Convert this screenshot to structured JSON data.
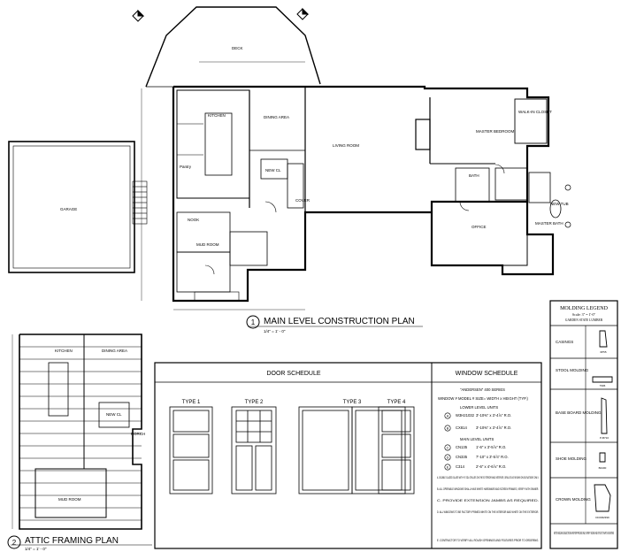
{
  "main_plan": {
    "number": "1",
    "title": "MAIN LEVEL CONSTRUCTION PLAN",
    "scale": "1/4\" = 1' - 0\"",
    "rooms": {
      "deck": "DECK",
      "garage": "GARAGE",
      "kitchen": "KITCHEN",
      "dining": "DINING AREA",
      "living": "LIVING ROOM",
      "master_bedroom": "MASTER BEDROOM",
      "walk_in_closet": "WALK-IN CLOSET",
      "bath": "BATH",
      "office": "OFFICE",
      "master_bath": "MASTER BATH",
      "mud_room": "MUD ROOM",
      "nook": "NOOK",
      "new_cl": "NEW CL",
      "cover": "COVER",
      "pantry": "Pantry",
      "new_tub": "NEW TUB"
    }
  },
  "attic_plan": {
    "number": "2",
    "title": "ATTIC FRAMING PLAN",
    "scale": "1/4\" = 1' - 0\"",
    "rooms": {
      "kitchen": "KITCHEN",
      "dining": "DINING AREA",
      "new_cl": "NEW CL",
      "mud_room": "MUD ROOM",
      "porch": "PORCH"
    }
  },
  "door_schedule": {
    "title": "DOOR SCHEDULE",
    "types": [
      "TYPE 1",
      "TYPE 2",
      "TYPE 3",
      "TYPE 4"
    ]
  },
  "window_schedule": {
    "title": "WINDOW SCHEDULE",
    "series": "\"ANDERSEN\" 400 SERIES",
    "header": "WINDOW #   MODEL #    SIZE= WIDTH x HEIGHT (TYP.)",
    "lower_label": "LOWER LEVEL UNITS",
    "main_label": "MAIN LEVEL UNITS",
    "rows": [
      {
        "tag": "A",
        "model": "W3H21032",
        "size": "3'-10⅜\" x 3'-4⅞\" R.O."
      },
      {
        "tag": "B",
        "model": "CX814",
        "size": "3'-10⅜\" x 3'-4⅞\" R.O."
      },
      {
        "tag": "C",
        "model": "CN135",
        "size": "1'-6\" x 3'-5⅞\" R.O."
      },
      {
        "tag": "D",
        "model": "CN335",
        "size": "7'-10\" x 3'-5⅞\" R.O."
      },
      {
        "tag": "E",
        "model": "C314",
        "size": "2'-6\" x 4'-6⅞\" R.O."
      }
    ],
    "notes": [
      "A. DOUBLE GLAZED GLASS WITH ⅝\" SDL GRILLES ON THE EXTERIOR AND INTERIOR, GRILLES AS SHOWN ON ELEVATIONS ONLY.",
      "B. ALL OPERABLE WINDOWS SHALL HAVE WHITE HARDWARE AND SCREEN FRAMES, VERIFY WITH OWNER.",
      "C. PROVIDE EXTENSION JAMBS AS REQUIRED.",
      "D. ALL WINDOWS TO BE FACTORY PRIMED WHITE ON THE INTERIOR AND WHITE ON THE EXTERIOR.",
      "E. CONTRACTOR TO VERIFY ALL ROUGH OPENINGS AND FEATURES PRIOR TO ORDERING."
    ]
  },
  "molding_legend": {
    "title": "MOLDING LEGEND",
    "scale": "Scale: 3\" = 1'-0\"",
    "supplier": "GARDEN STATE LUMBER",
    "items": [
      {
        "label": "CASINGS",
        "code": "6P55"
      },
      {
        "label": "STOOL MOLDING",
        "code": "7906"
      },
      {
        "label": "BASE BOARD MOLDING",
        "code": "P-B710"
      },
      {
        "label": "SHOE MOLDING",
        "code": "B4400"
      },
      {
        "label": "CROWN MOLDING",
        "code": "DCDR2399"
      }
    ],
    "note": "NOTE: MOLDING SELECTIONS ARE FOR PRICING ONLY, VERIFY SIZING AND STYLE TO MATCH EXISTING"
  }
}
